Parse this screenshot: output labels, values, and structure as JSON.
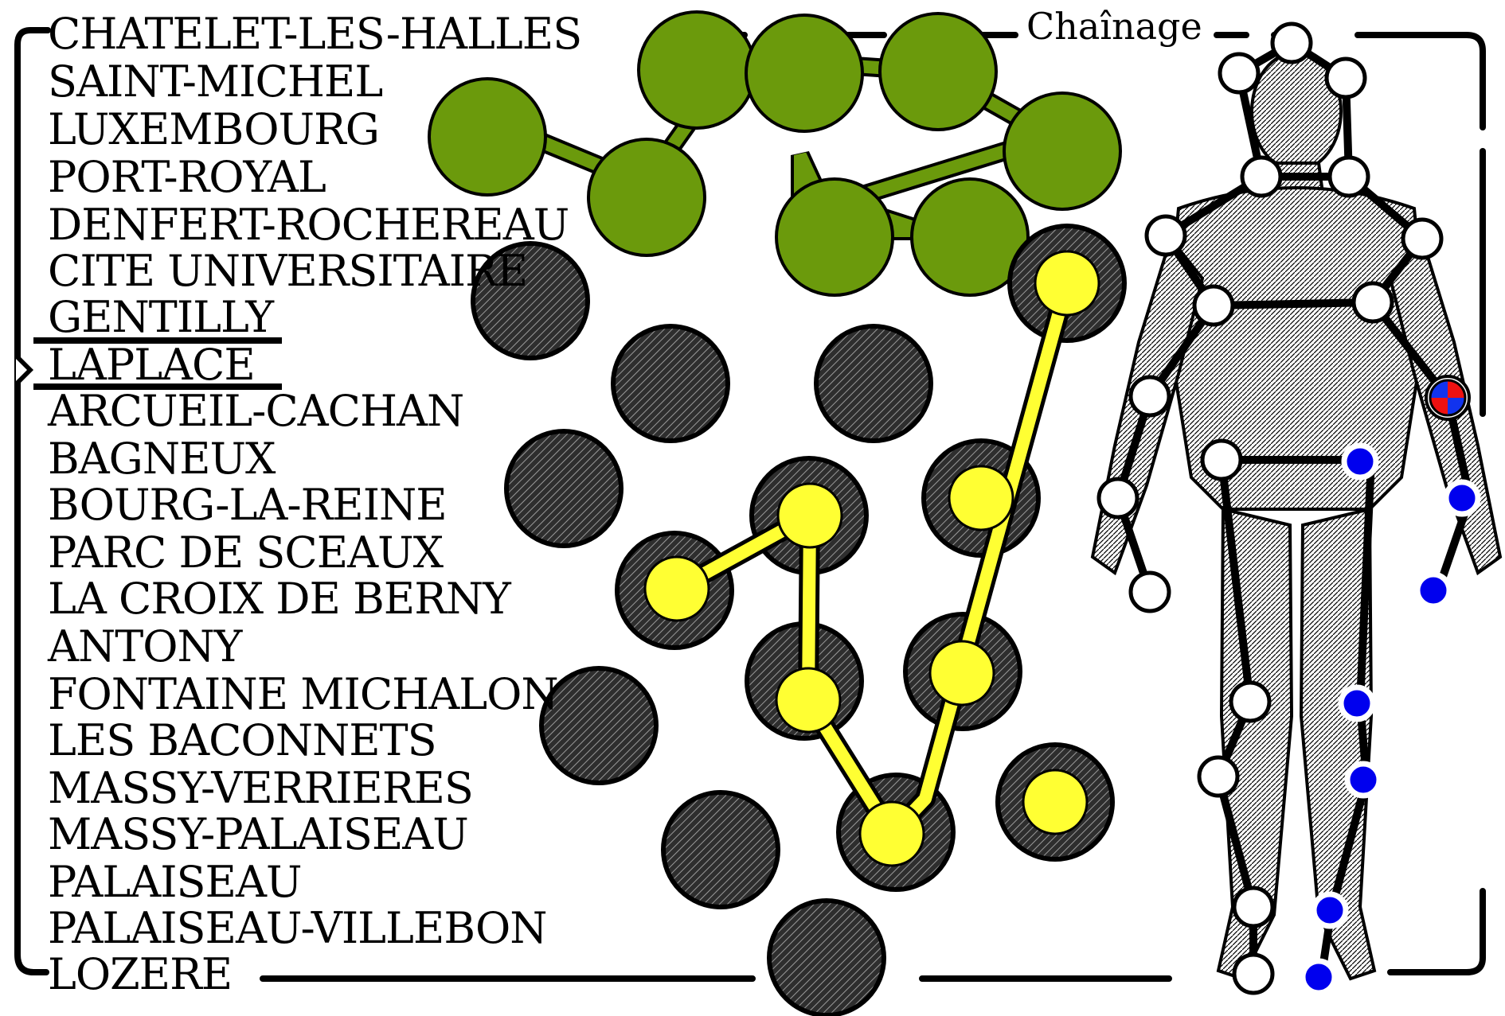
{
  "frame": {
    "title": "Chaînage"
  },
  "stations": [
    "CHATELET-LES-HALLES",
    "SAINT-MICHEL",
    "LUXEMBOURG",
    "PORT-ROYAL",
    "DENFERT-ROCHEREAU",
    "CITE UNIVERSITAIRE",
    "GENTILLY",
    "LAPLACE",
    "ARCUEIL-CACHAN",
    "BAGNEUX",
    "BOURG-LA-REINE",
    "PARC DE SCEAUX",
    "LA CROIX DE BERNY",
    "ANTONY",
    "FONTAINE MICHALON",
    "LES BACONNETS",
    "MASSY-VERRIERES",
    "MASSY-PALAISEAU",
    "PALAISEAU",
    "PALAISEAU-VILLEBON",
    "LOZERE"
  ],
  "selected_station": "LAPLACE",
  "colors": {
    "green_chain": "#6b9a0c",
    "yellow_chain": "#ffff33",
    "dark_node": "#333333",
    "joint_white": "#ffffff",
    "joint_blue": "#0000ee",
    "joint_red": "#ee1111"
  },
  "icons": [
    "pointer-arrow-icon",
    "human-anatomy-figure",
    "target-joint-icon"
  ]
}
